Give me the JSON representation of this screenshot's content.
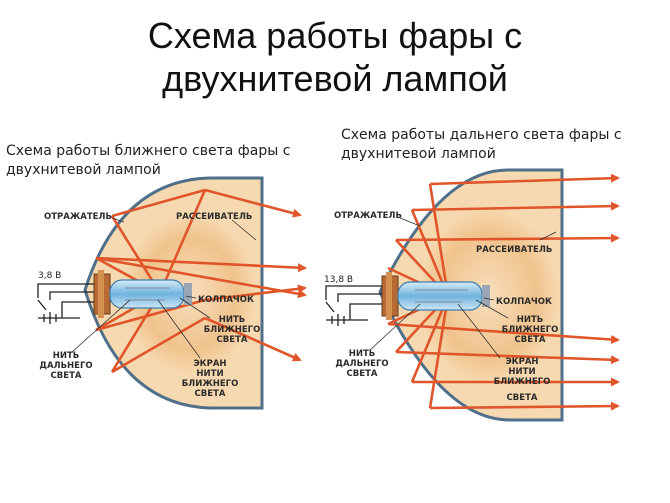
{
  "title": {
    "line1": "Схема работы  фары с",
    "line2": "двухнитевой лампой"
  },
  "captions": {
    "low_beam": "Схема работы ближнего света фары с двухнитевой лампой",
    "high_beam": "Схема работы дальнего света фары с двухнитевой лампой"
  },
  "left_diagram": {
    "labels": {
      "reflector": "ОТРАЖАТЕЛЬ",
      "diffuser": "РАССЕИВАТЕЛЬ",
      "voltage": "3,8 В",
      "cap": "КОЛПАЧОК",
      "low_filament_1": "НИТЬ",
      "low_filament_2": "БЛИЖНЕГО",
      "low_filament_3": "СВЕТА",
      "high_filament_1": "НИТЬ",
      "high_filament_2": "ДАЛЬНЕГО",
      "high_filament_3": "СВЕТА",
      "shield_1": "ЭКРАН",
      "shield_2": "НИТИ",
      "shield_3": "БЛИЖНЕГО",
      "shield_4": "СВЕТА"
    }
  },
  "right_diagram": {
    "labels": {
      "reflector": "ОТРАЖАТЕЛЬ",
      "diffuser": "РАССЕИВАТЕЛЬ",
      "voltage": "13,8 В",
      "cap": "КОЛПАЧОК",
      "low_filament_1": "НИТЬ",
      "low_filament_2": "БЛИЖНЕГО",
      "low_filament_3": "СВЕТА",
      "high_filament_1": "НИТЬ",
      "high_filament_2": "ДАЛЬНЕГО",
      "high_filament_3": "СВЕТА",
      "shield_1": "ЭКРАН",
      "shield_2": "НИТИ",
      "shield_3": "БЛИЖНЕГО",
      "shield_4": "СВЕТА"
    }
  },
  "colors": {
    "housing": "#f6d9b0",
    "glow": "#efbf86",
    "beam": "#e0552a",
    "rim": "#4f6f8a",
    "lamp": "#6fb3de"
  }
}
